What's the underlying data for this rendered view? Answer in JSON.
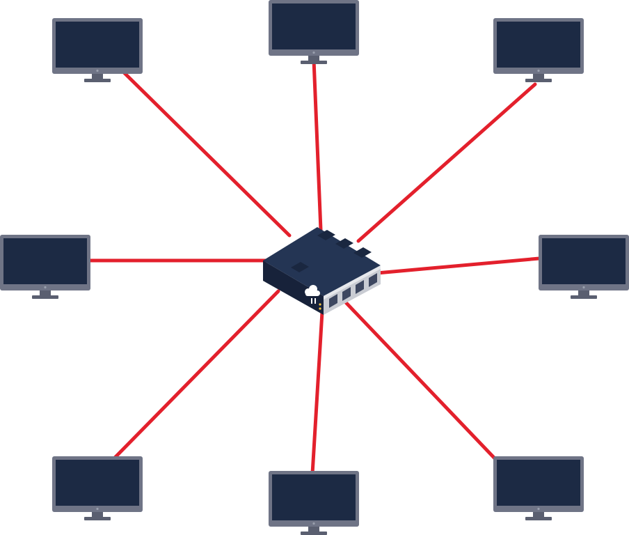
{
  "diagram": {
    "type": "star-topology",
    "hub": {
      "icon": "network-switch-icon",
      "logo_icon": "cloud-icon",
      "port_count": 4
    },
    "node_icon": "monitor-icon",
    "node_count": 8,
    "colors": {
      "background": "#ffffff",
      "cable": "#e3202c",
      "monitor_bezel": "#6f7486",
      "monitor_screen": "#1c2a44",
      "switch_body": "#1e2b45",
      "switch_ports": "#c9ccd3"
    },
    "nodes": [
      {
        "id": "top-left"
      },
      {
        "id": "top-center"
      },
      {
        "id": "top-right"
      },
      {
        "id": "middle-left"
      },
      {
        "id": "middle-right"
      },
      {
        "id": "bottom-left"
      },
      {
        "id": "bottom-center"
      },
      {
        "id": "bottom-right"
      }
    ]
  }
}
